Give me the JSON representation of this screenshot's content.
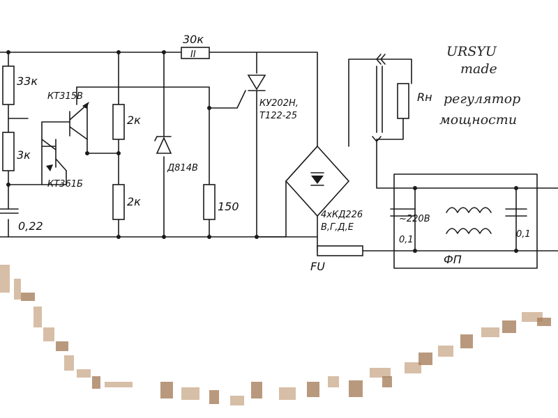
{
  "signature": "URSYU made",
  "labels": {
    "r1": "33к",
    "r2": "3к",
    "r3": "2к",
    "r4": "2к",
    "r5": "150",
    "r_top": "30к",
    "r_top_sub": "II",
    "c1": "0,22",
    "t1": "КТ315В",
    "t2": "КТ361Б",
    "zener": "Д814В",
    "thyristor_a": "КУ202Н,",
    "thyristor_b": "Т122-25",
    "bridge_a": "4хКД226",
    "bridge_b": "В,Г,Д,Е",
    "fuse": "FU",
    "load": "Rн",
    "note_a": "регулятор",
    "note_b": "мощности",
    "mains": "~220В",
    "filter": "ФП",
    "c_left": "0,1",
    "c_right": "0,1"
  }
}
